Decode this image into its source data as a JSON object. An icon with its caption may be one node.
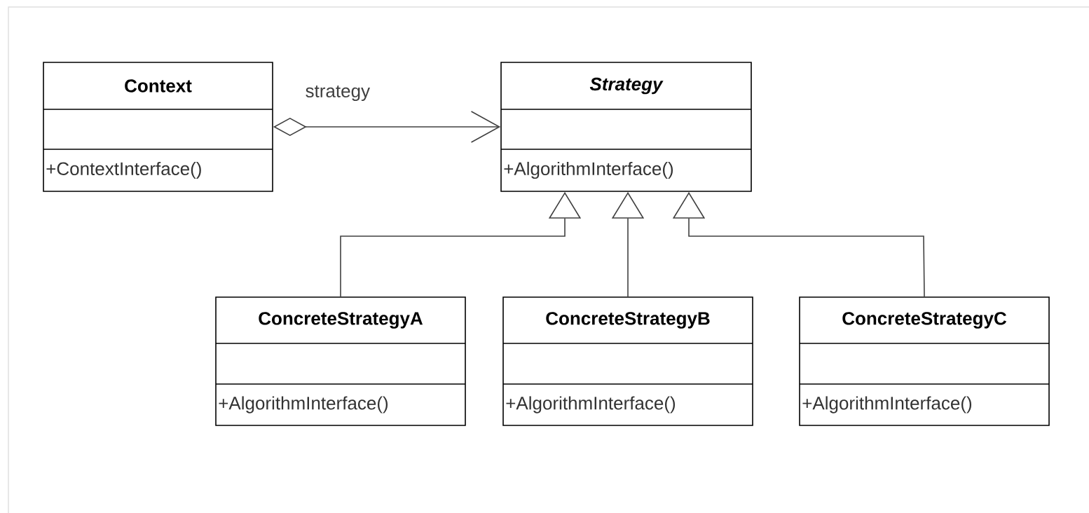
{
  "diagram": {
    "nodes": [
      {
        "text": [
          "Context",
          "+ContextInterface()"
        ]
      },
      {
        "text": [
          "Strategy",
          "+AlgorithmInterface()"
        ]
      },
      {
        "text": [
          "ConcreteStrategyA",
          "+AlgorithmInterface()"
        ]
      },
      {
        "text": [
          "ConcreteStrategyB",
          "+AlgorithmInterface()"
        ]
      },
      {
        "text": [
          "ConcreteStrategyC",
          "+AlgorithmInterface()"
        ]
      }
    ],
    "edges": [
      {
        "from": 0,
        "to": 1,
        "arrow": "to",
        "label": "strategy"
      },
      {
        "from": 2,
        "to": 1,
        "arrow": "to"
      },
      {
        "from": 3,
        "to": 1,
        "arrow": "to"
      },
      {
        "from": 4,
        "to": 1,
        "arrow": "to"
      }
    ]
  }
}
